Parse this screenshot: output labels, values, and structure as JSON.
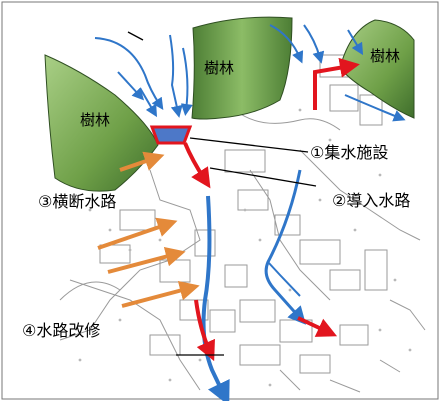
{
  "forest_labels": [
    "樹林",
    "樹林",
    "樹林"
  ],
  "callouts": {
    "catchment": "①集水施設",
    "inlet_channel": "②導入水路",
    "cross_channel": "③横断水路",
    "channel_repair": "④水路改修"
  },
  "colors": {
    "forest": "#7fae5a",
    "forest_dark": "#3f6e2c",
    "water": "#2f76c9",
    "facility_fill": "#4d78c8",
    "facility_border": "#e2151e",
    "red_arrow": "#e2151e",
    "orange_arrow": "#e48a3a"
  }
}
